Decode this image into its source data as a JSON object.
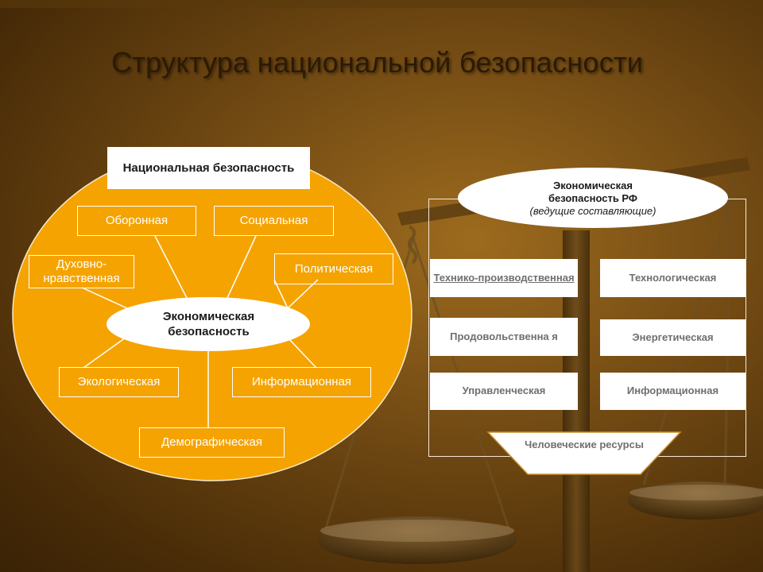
{
  "title": "Структура национальной безопасности",
  "colors": {
    "background": "#6e4712",
    "big_ellipse": "#f5a300",
    "white": "#ffffff",
    "box_text_grey": "#6f6f6f"
  },
  "left": {
    "header": "Национальная безопасность",
    "center": "Экономическая безопасность",
    "components": {
      "oboronnaya": "Оборонная",
      "socialnaya": "Социальная",
      "duhovno": "Духовно-нравственная",
      "politicheskaya": "Политическая",
      "ekologicheskaya": "Экологическая",
      "informacionnaya": "Информационная",
      "demograficheskaya": "Демографическая"
    }
  },
  "right": {
    "header": {
      "line1": "Экономическая",
      "line2": "безопасность РФ",
      "line3": "(ведущие составляющие)"
    },
    "boxes": {
      "tehniko": "Технико-производственная",
      "tehnologicheskaya": "Технологическая",
      "prodovolstvennaya": "Продовольственна я",
      "energeticheskaya": "Энергетическая",
      "upravlencheskaya": "Управленческая",
      "informacionnaya": "Информационная"
    },
    "funnel": "Человеческие ресурсы"
  }
}
